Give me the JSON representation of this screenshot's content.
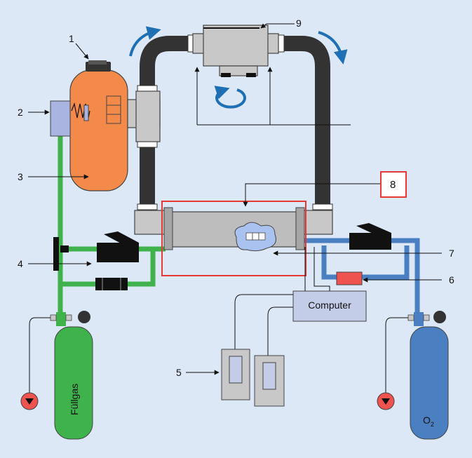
{
  "callouts": {
    "n1": "1",
    "n2": "2",
    "n3": "3",
    "n4": "4",
    "n5": "5",
    "n6": "6",
    "n7": "7",
    "n8": "8",
    "n9": "9"
  },
  "labels": {
    "computer": "Computer",
    "fill_gas": "Füllgas",
    "o2_main": "O",
    "o2_sub": "2"
  },
  "colors": {
    "background": "#dce8f6",
    "green_gas_line": "#3fb24c",
    "blue_o2_line": "#4a7fc1",
    "orange_vessel": "#f48a4a",
    "dark_hose": "#333333",
    "highlight_red": "#e53935",
    "flow_arrow_blue": "#1f6fb4"
  },
  "icons": {
    "gauge_left": "pressure-gauge-icon",
    "gauge_right": "pressure-gauge-icon",
    "rotation": "circular-flow-arrow-icon"
  }
}
